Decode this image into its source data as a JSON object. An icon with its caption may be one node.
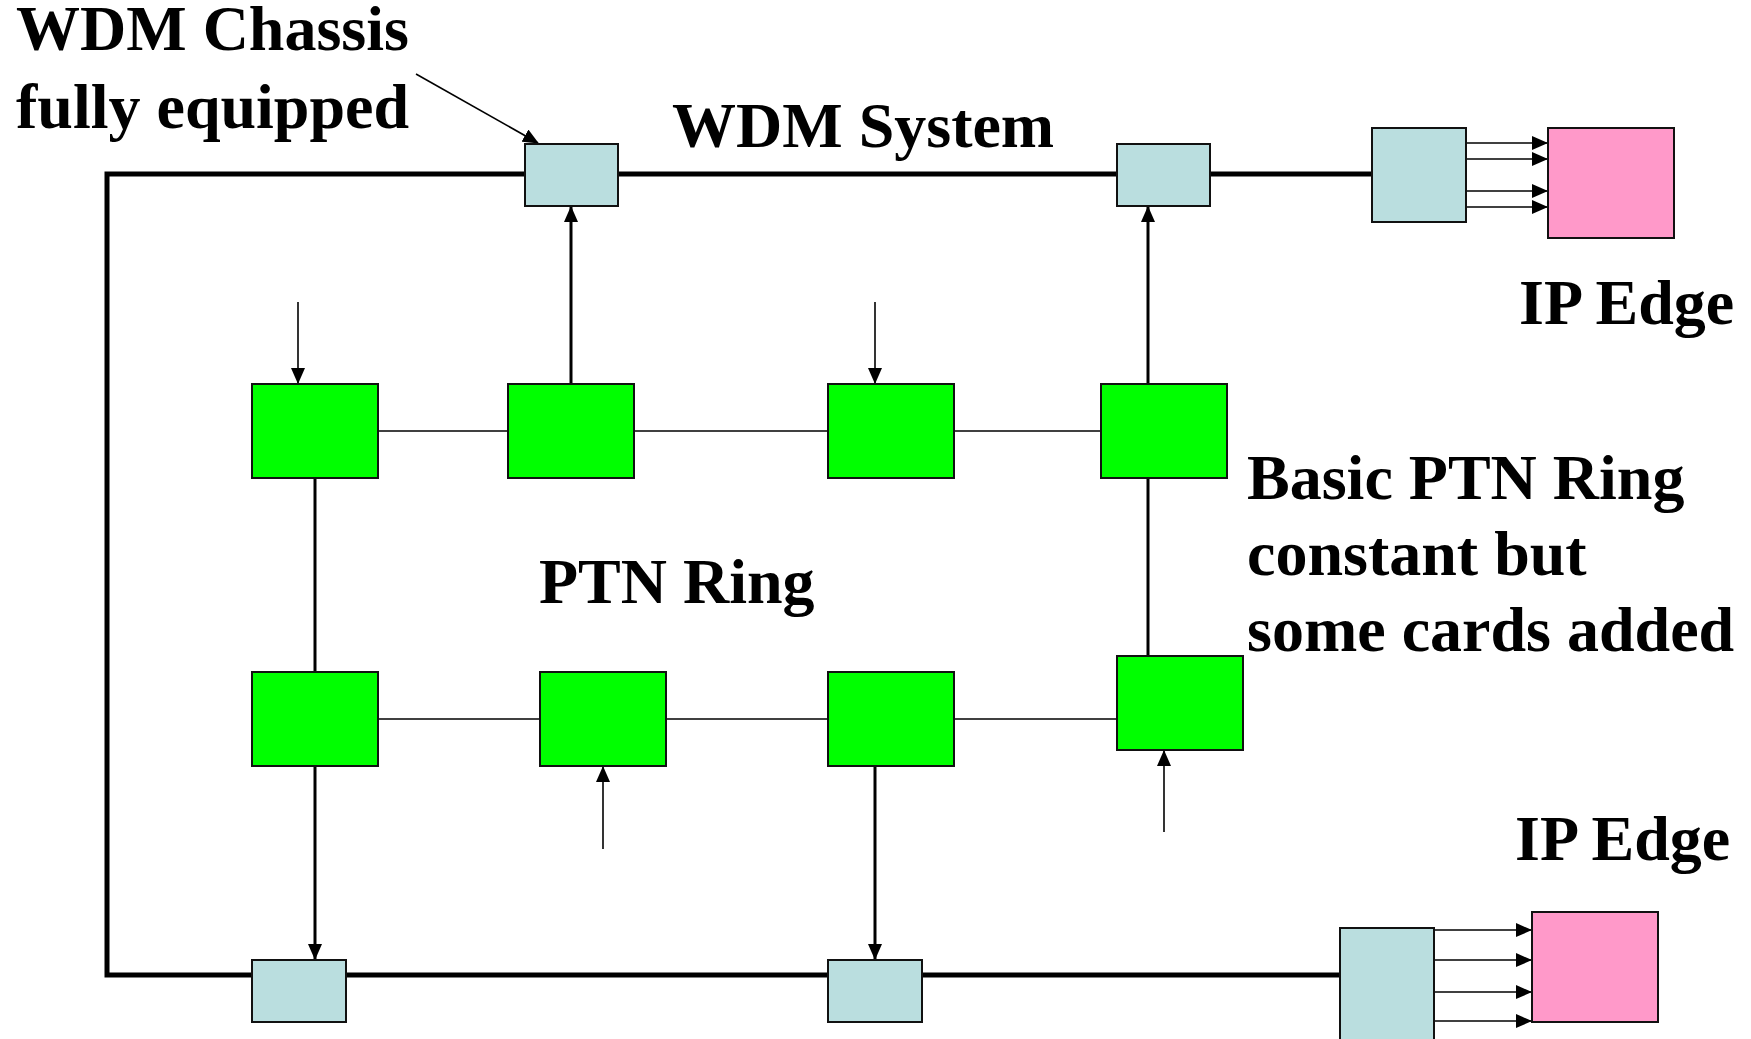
{
  "diagram": {
    "nodes": [
      {
        "text": [
          "WDM Chassis fully equipped"
        ]
      },
      {
        "text": [],
        "shape": "box"
      },
      {
        "text": [],
        "shape": "box"
      },
      {
        "text": [],
        "shape": "box"
      },
      {
        "text": [],
        "shape": "box",
        "beside": [
          "IP Edge"
        ]
      },
      {
        "text": [],
        "shape": "box"
      },
      {
        "text": [],
        "shape": "box"
      },
      {
        "text": [],
        "shape": "box"
      },
      {
        "text": [],
        "shape": "box"
      },
      {
        "text": [],
        "shape": "box"
      },
      {
        "text": [],
        "shape": "box"
      },
      {
        "text": [],
        "shape": "box"
      },
      {
        "text": [],
        "shape": "box"
      },
      {
        "text": [],
        "shape": "box"
      },
      {
        "text": [],
        "shape": "box"
      },
      {
        "text": [],
        "shape": "box"
      },
      {
        "text": [],
        "shape": "box",
        "beside": [
          "IP Edge"
        ]
      }
    ],
    "edges": [
      {
        "from": 0,
        "to": 1,
        "arrow": "to"
      },
      {
        "from": 1,
        "to": 2,
        "arrow": "none",
        "style": "thick"
      },
      {
        "from": 2,
        "to": 3,
        "arrow": "none",
        "style": "thick"
      },
      {
        "from": 1,
        "to": 13,
        "arrow": "none",
        "style": "thick"
      },
      {
        "from": 13,
        "to": 14,
        "arrow": "none",
        "style": "thick"
      },
      {
        "from": 14,
        "to": 15,
        "arrow": "none",
        "style": "thick"
      },
      {
        "from": 3,
        "to": 4,
        "arrow": "to"
      },
      {
        "from": 3,
        "to": 4,
        "arrow": "to"
      },
      {
        "from": 3,
        "to": 4,
        "arrow": "to"
      },
      {
        "from": 3,
        "to": 4,
        "arrow": "to"
      },
      {
        "from": 15,
        "to": 16,
        "arrow": "to"
      },
      {
        "from": 15,
        "to": 16,
        "arrow": "to"
      },
      {
        "from": 15,
        "to": 16,
        "arrow": "to"
      },
      {
        "from": 15,
        "to": 16,
        "arrow": "to"
      },
      {
        "from": 5,
        "to": 6,
        "arrow": "none"
      },
      {
        "from": 6,
        "to": 7,
        "arrow": "none"
      },
      {
        "from": 7,
        "to": 8,
        "arrow": "none"
      },
      {
        "from": 5,
        "to": 9,
        "arrow": "none"
      },
      {
        "from": 8,
        "to": 12,
        "arrow": "none"
      },
      {
        "from": 9,
        "to": 10,
        "arrow": "none"
      },
      {
        "from": 10,
        "to": 11,
        "arrow": "none"
      },
      {
        "from": 11,
        "to": 12,
        "arrow": "none"
      },
      {
        "from": 6,
        "to": 1,
        "arrow": "to"
      },
      {
        "from": 8,
        "to": 2,
        "arrow": "to"
      },
      {
        "from": 9,
        "to": 13,
        "arrow": "to"
      },
      {
        "from": 11,
        "to": 14,
        "arrow": "to"
      },
      {
        "from": null,
        "to": 5,
        "arrow": "to"
      },
      {
        "from": null,
        "to": 7,
        "arrow": "to"
      },
      {
        "from": null,
        "to": 10,
        "arrow": "to"
      },
      {
        "from": null,
        "to": 12,
        "arrow": "to"
      }
    ],
    "labels": [
      "WDM System",
      "Basic PTN Ring constant but some cards added",
      "PTN Ring"
    ]
  }
}
